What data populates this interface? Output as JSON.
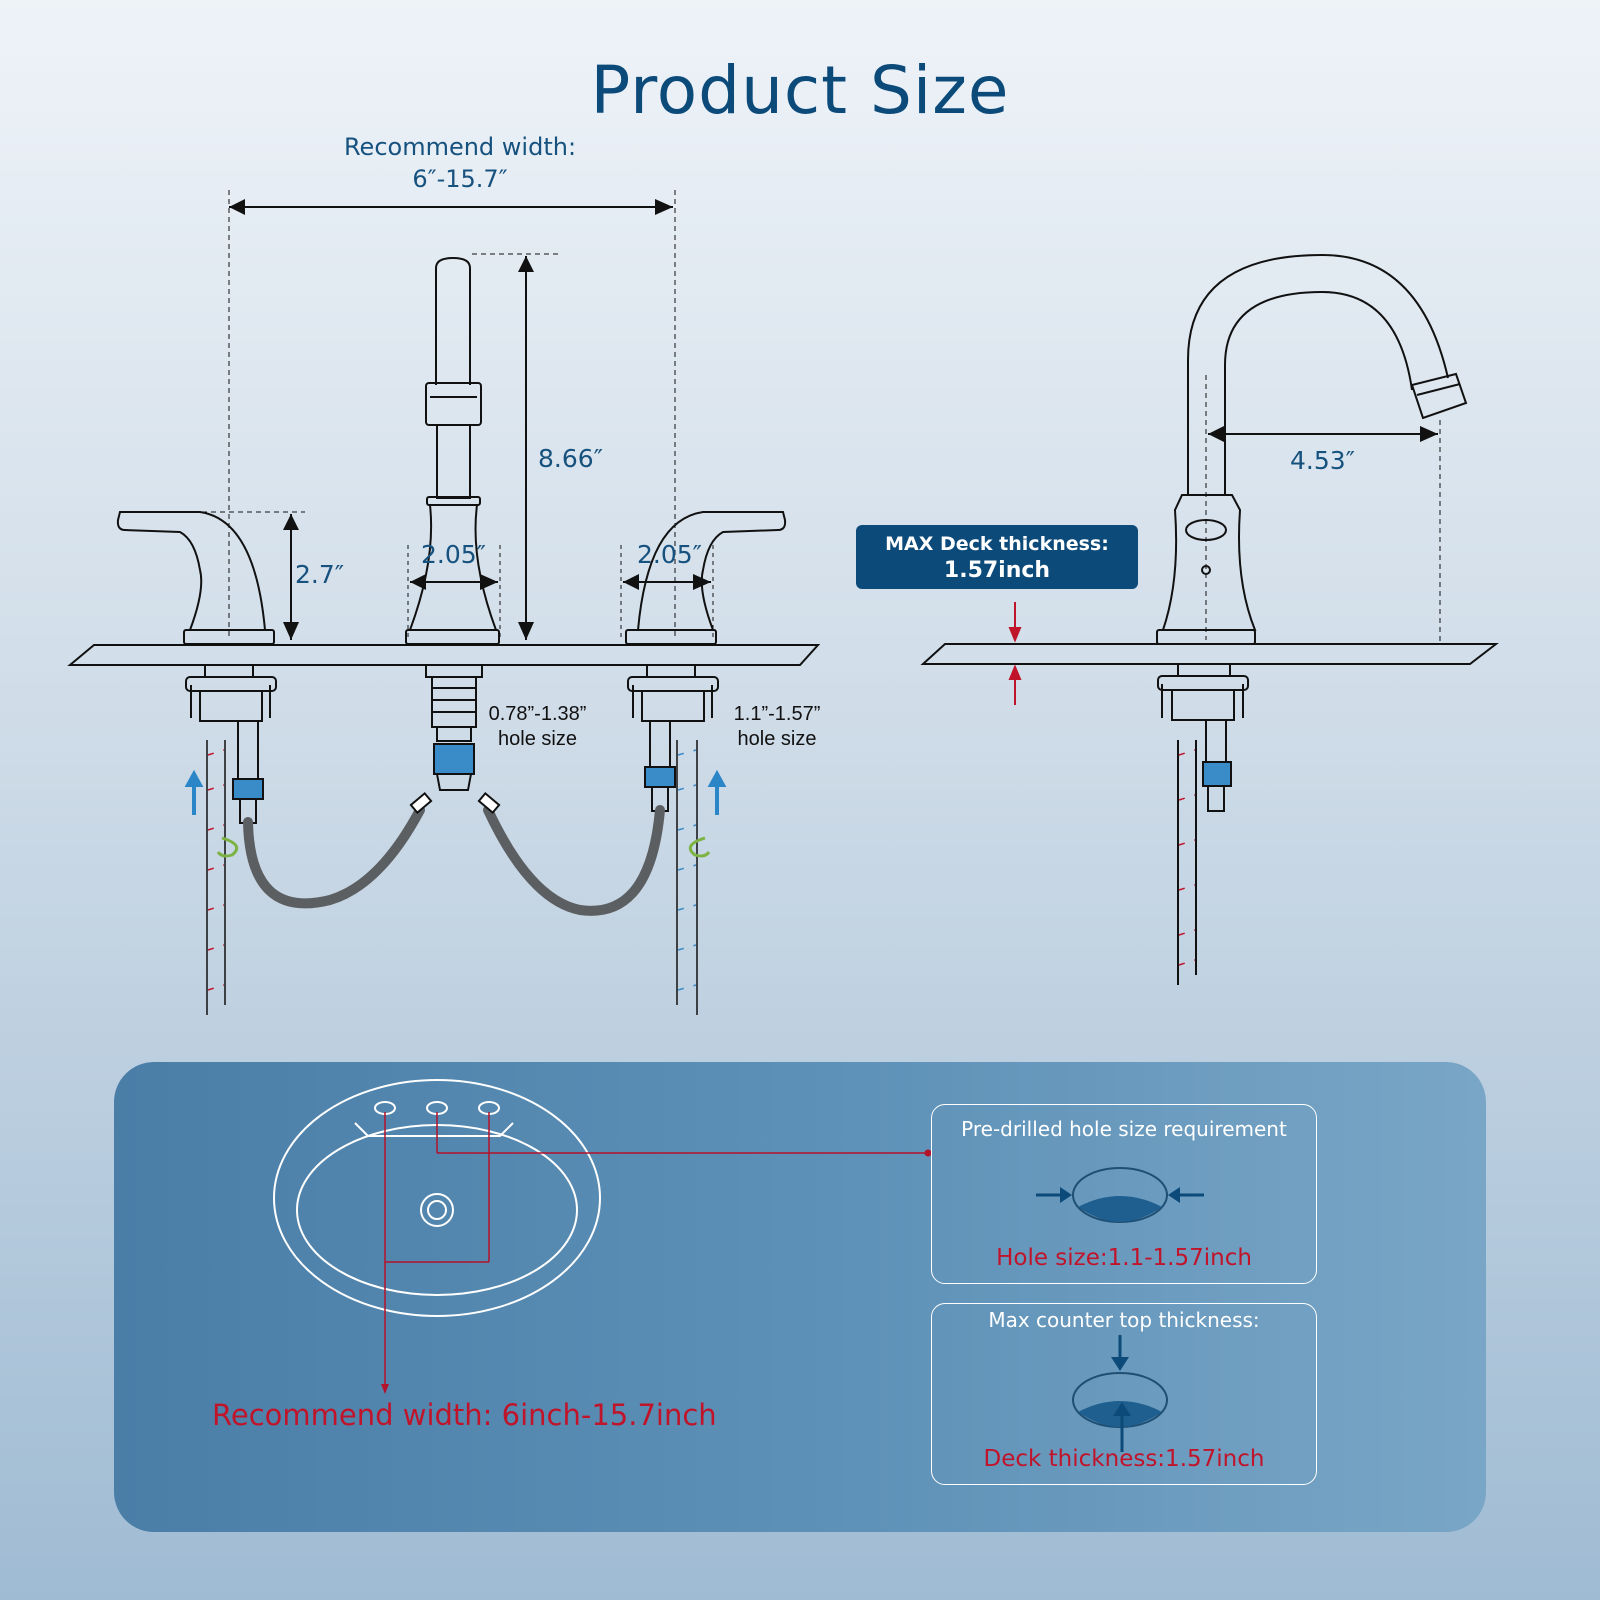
{
  "title": "Product Size",
  "recommend_width": {
    "label": "Recommend width:",
    "value": "6″-15.7″"
  },
  "dimensions": {
    "spout_height": "8.66″",
    "handle_height": "2.7″",
    "spout_base_width": "2.05″",
    "handle_base_width": "2.05″",
    "spout_reach": "4.53″"
  },
  "hole_sizes": {
    "center": {
      "value": "0.78”-1.38”",
      "text": "hole size"
    },
    "side": {
      "value": "1.1”-1.57”",
      "text": "hole size"
    }
  },
  "deck_badge": {
    "line1": "MAX Deck thickness:",
    "line2": "1.57inch"
  },
  "hole_card": {
    "title": "Pre-drilled hole size requirement",
    "value": "Hole size:1.1-1.57inch"
  },
  "thickness_card": {
    "title": "Max counter top thickness:",
    "value": "Deck thickness:1.57inch"
  },
  "bottom_note": "Recommend width: 6inch-15.7inch",
  "colors": {
    "brand": "#0c4a7a",
    "accent_red": "#c0142b",
    "panel": "#5a8db4"
  }
}
